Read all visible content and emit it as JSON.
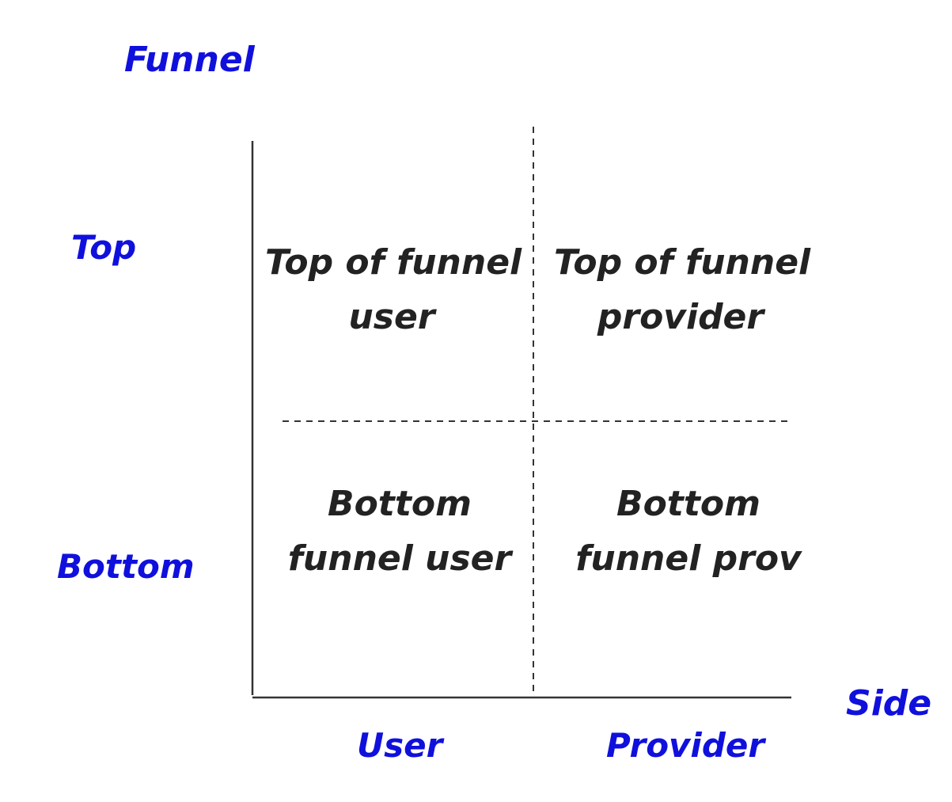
{
  "colors": {
    "label": "#1010dd",
    "quadrant_text": "#222222",
    "line": "#333333"
  },
  "axes": {
    "y_title": "Funnel",
    "x_title": "Side",
    "y_ticks": [
      "Top",
      "Bottom"
    ],
    "x_ticks": [
      "User",
      "Provider"
    ]
  },
  "quadrants": {
    "top_left": [
      "Top of funnel",
      "user"
    ],
    "top_right": [
      "Top of funnel",
      "provider"
    ],
    "bottom_left": [
      "Bottom",
      "funnel user"
    ],
    "bottom_right": [
      "Bottom",
      "funnel prov"
    ]
  }
}
